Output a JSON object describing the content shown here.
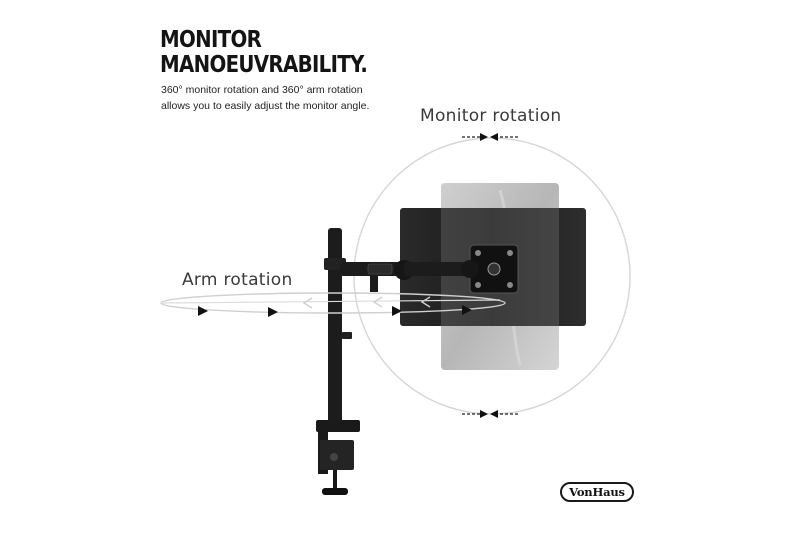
{
  "headline": {
    "line1": "MONITOR",
    "line2": "MANOEUVRABILITY."
  },
  "description": {
    "line1": "360° monitor rotation and 360° arm rotation",
    "line2": "allows you to easily adjust the monitor angle."
  },
  "labels": {
    "monitor_rotation": "Monitor rotation",
    "arm_rotation": "Arm rotation"
  },
  "brand": {
    "logo_text": "VonHaus"
  },
  "colors": {
    "background": "#ffffff",
    "text": "#141414",
    "mount_black": "#1c1c1c",
    "monitor_ghost": "#a8a8a8",
    "orbit_line": "#d0d0d0"
  }
}
